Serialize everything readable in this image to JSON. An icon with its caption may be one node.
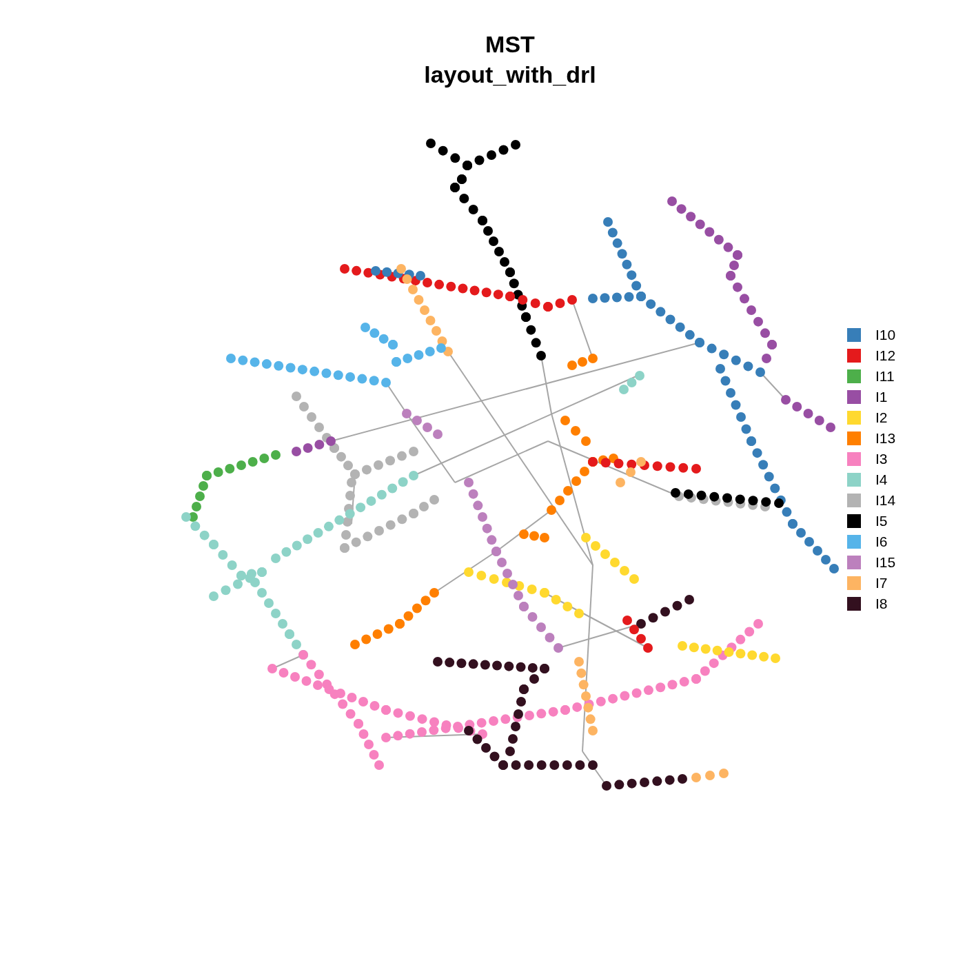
{
  "diagram": {
    "title": "MST layout_with_drl",
    "legend": [
      {
        "text": "I10",
        "color": "#377eb8"
      },
      {
        "text": "I12",
        "color": "#e41a1c"
      },
      {
        "text": "I11",
        "color": "#4daf4a"
      },
      {
        "text": "I1",
        "color": "#984ea3"
      },
      {
        "text": "I2",
        "color": "#ffd92f"
      },
      {
        "text": "I13",
        "color": "#ff7f00"
      },
      {
        "text": "I3",
        "color": "#f781bf"
      },
      {
        "text": "I4",
        "color": "#8dd3c7"
      },
      {
        "text": "I14",
        "color": "#b3b3b3"
      },
      {
        "text": "I5",
        "color": "#000000"
      },
      {
        "text": "I6",
        "color": "#56b4e9"
      },
      {
        "text": "I15",
        "color": "#bc80bd"
      },
      {
        "text": "I7",
        "color": "#fdb462"
      },
      {
        "text": "I8",
        "color": "#33101f"
      }
    ]
  }
}
